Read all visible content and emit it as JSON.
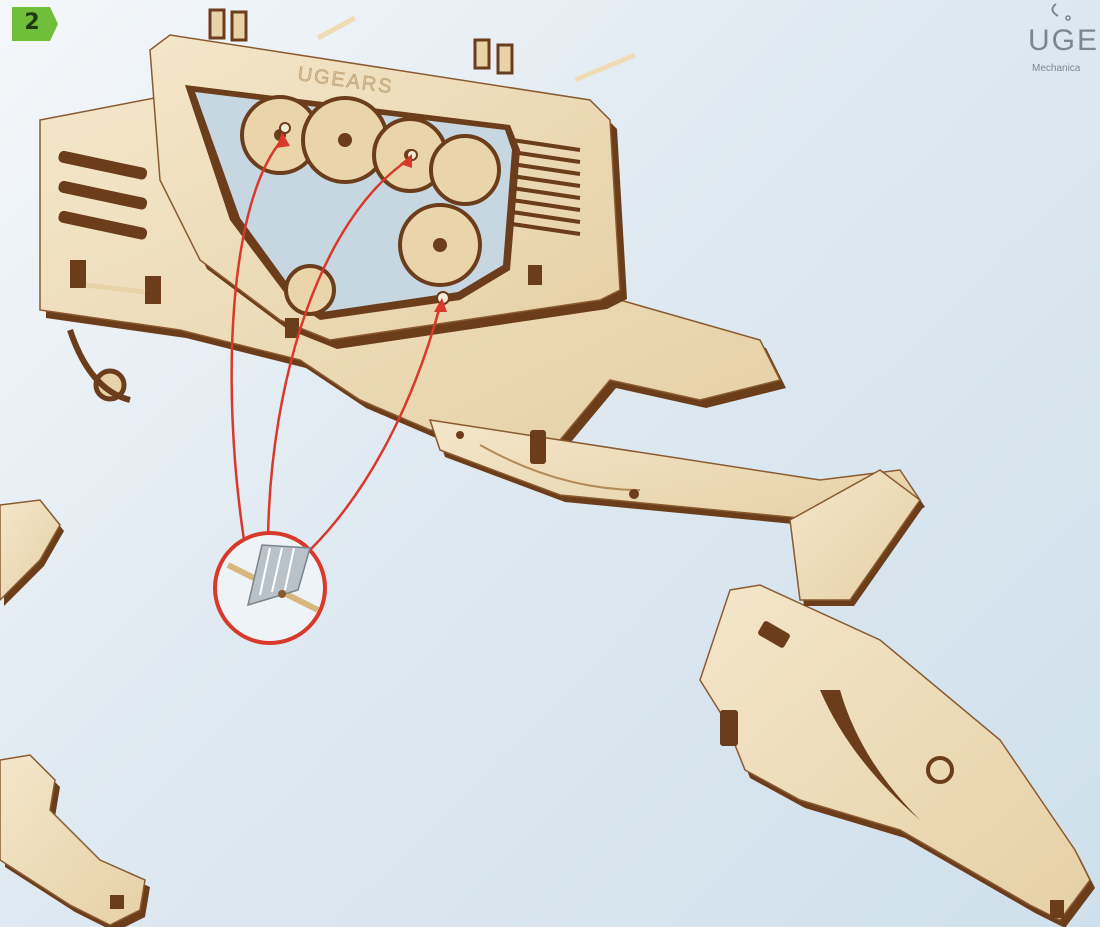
{
  "step": {
    "number": "2"
  },
  "brand": {
    "name": "UGEARS",
    "visible_name": "UGE",
    "tagline": "Mechanica",
    "engraving": "UGEARS"
  },
  "colors": {
    "badge": "#6fbf3a",
    "wood_face": "#efdfbf",
    "wood_edge": "#6b3d1a",
    "callout": "#d9392b"
  },
  "icons": {
    "detail": "utility-knife-blade-icon",
    "logo": "ugears-logo-icon"
  }
}
